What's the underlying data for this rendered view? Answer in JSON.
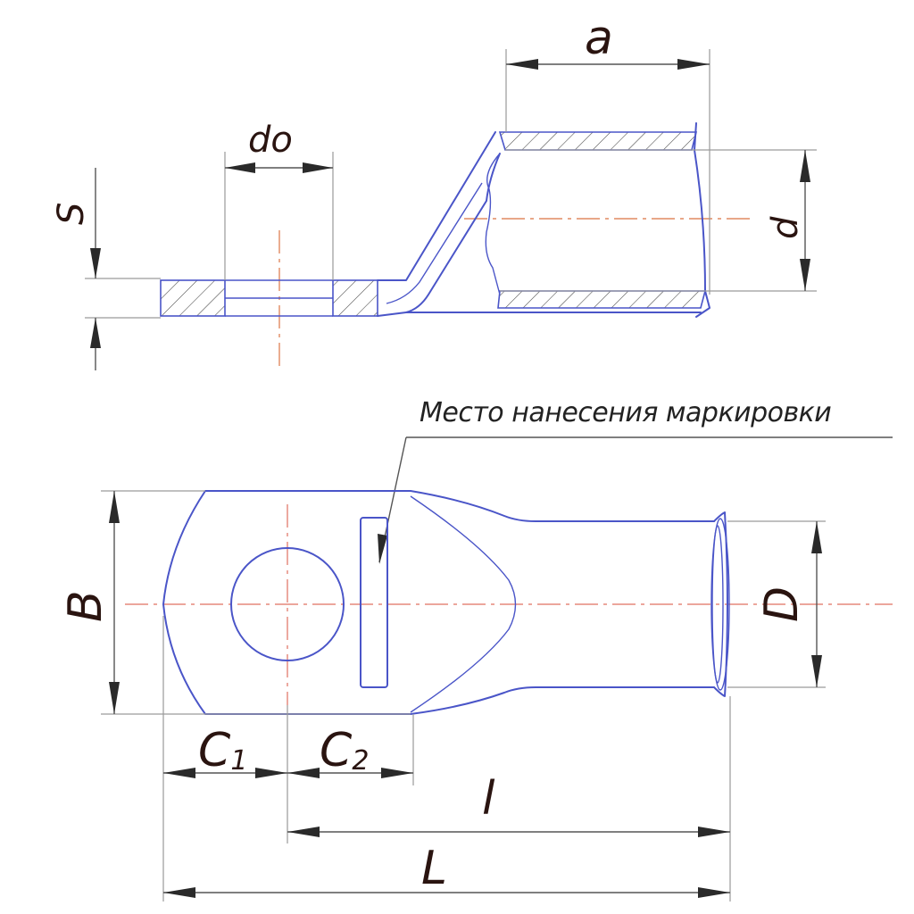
{
  "labels": {
    "a": "a",
    "do": "do",
    "s": "S",
    "d": "d",
    "marking_note": "Место нанесения маркировки",
    "B": "B",
    "D": "D",
    "C1_main": "C",
    "C1_sub": "1",
    "C2_main": "C",
    "C2_sub": "2",
    "l": "l",
    "L": "L"
  },
  "colors": {
    "outline": "#4a55c8",
    "axis": "#e08a60",
    "text": "#2a1410"
  }
}
